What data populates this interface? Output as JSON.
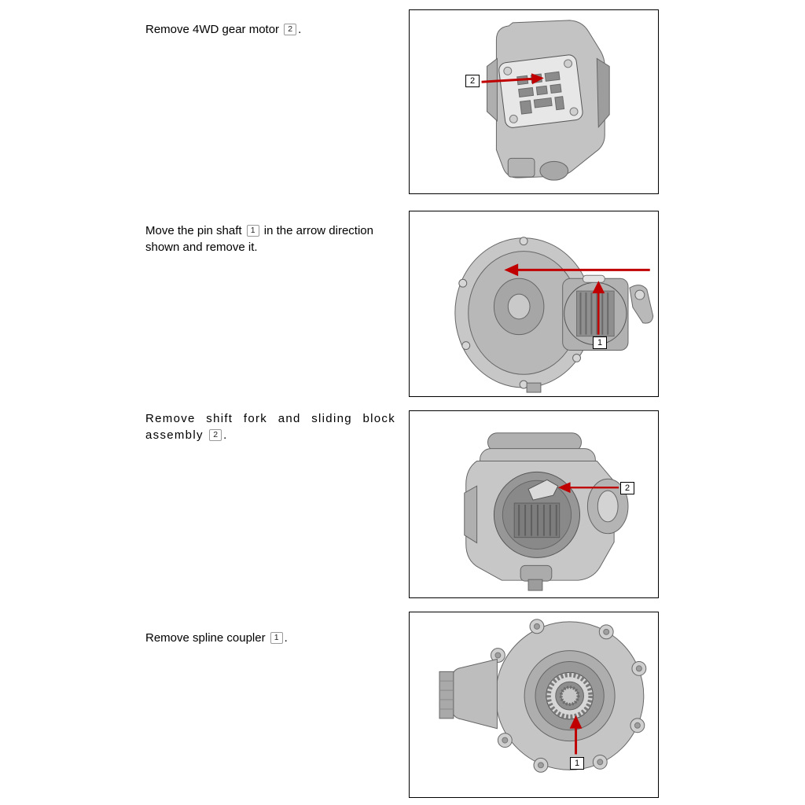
{
  "page": {
    "type": "service-manual-procedure-page",
    "background": "#ffffff"
  },
  "colors": {
    "arrow": "#c00000",
    "callout-border": "#000000",
    "figure-border": "#000000"
  },
  "steps": [
    {
      "pre": "Remove 4WD gear motor ",
      "ref": "2",
      "post": ".",
      "figure": {
        "name": "4wd-gear-motor",
        "callouts": [
          "2"
        ]
      }
    },
    {
      "pre": "Move the pin shaft ",
      "ref": "1",
      "post": " in the arrow direction shown and remove it.",
      "figure": {
        "name": "pin-shaft",
        "callouts": [
          "1"
        ]
      }
    },
    {
      "pre": "Remove shift fork and sliding block assembly ",
      "ref": "2",
      "post": ".",
      "figure": {
        "name": "shift-fork-and-sliding-block",
        "callouts": [
          "2"
        ]
      }
    },
    {
      "pre": "Remove spline coupler ",
      "ref": "1",
      "post": ".",
      "figure": {
        "name": "spline-coupler",
        "callouts": [
          "1"
        ]
      }
    }
  ]
}
